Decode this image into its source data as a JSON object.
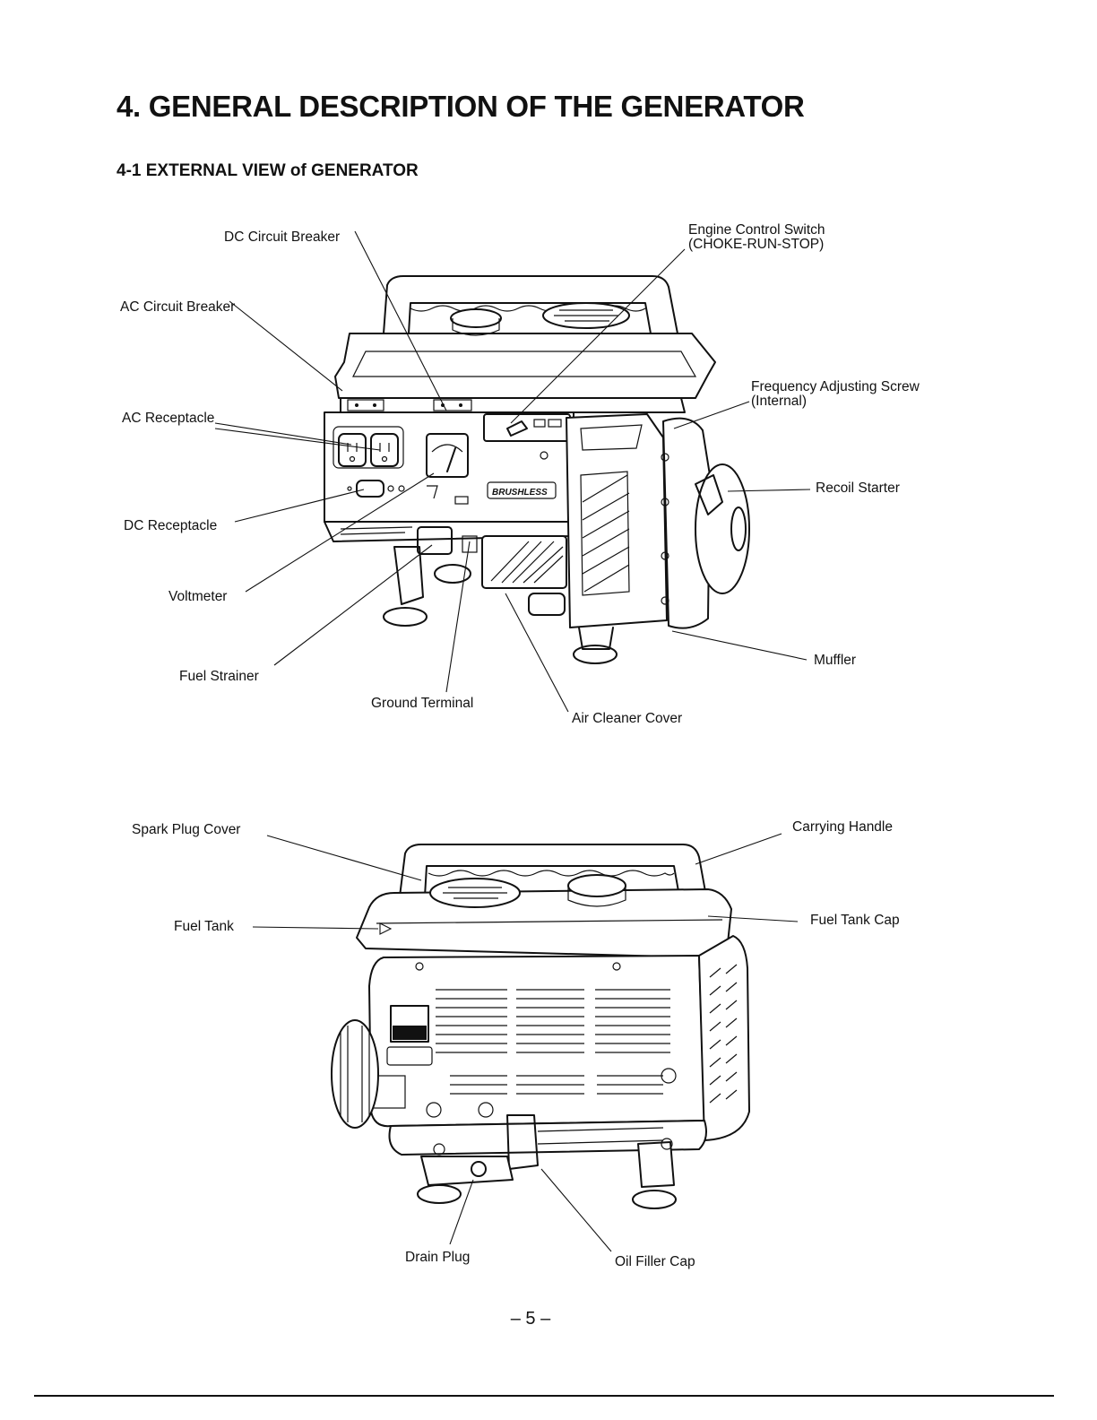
{
  "page": {
    "title": "4.  GENERAL DESCRIPTION OF THE GENERATOR",
    "section": "4-1  EXTERNAL VIEW of GENERATOR",
    "page_number": "– 5 –"
  },
  "front_view": {
    "labels": {
      "dc_circuit_breaker": "DC Circuit Breaker",
      "engine_control_switch_1": "Engine Control Switch",
      "engine_control_switch_2": "(CHOKE-RUN-STOP)",
      "ac_circuit_breaker": "AC Circuit Breaker",
      "frequency_adjusting_screw_1": "Frequency Adjusting Screw",
      "frequency_adjusting_screw_2": "(Internal)",
      "ac_receptacle": "AC Receptacle",
      "recoil_starter": "Recoil Starter",
      "dc_receptacle": "DC Receptacle",
      "voltmeter": "Voltmeter",
      "muffler": "Muffler",
      "fuel_strainer": "Fuel Strainer",
      "ground_terminal": "Ground Terminal",
      "air_cleaner_cover": "Air Cleaner Cover"
    },
    "panel_text": "BRUSHLESS"
  },
  "rear_view": {
    "labels": {
      "spark_plug_cover": "Spark Plug Cover",
      "carrying_handle": "Carrying Handle",
      "fuel_tank": "Fuel Tank",
      "fuel_tank_cap": "Fuel Tank Cap",
      "drain_plug": "Drain Plug",
      "oil_filler_cap": "Oil Filler Cap"
    }
  }
}
